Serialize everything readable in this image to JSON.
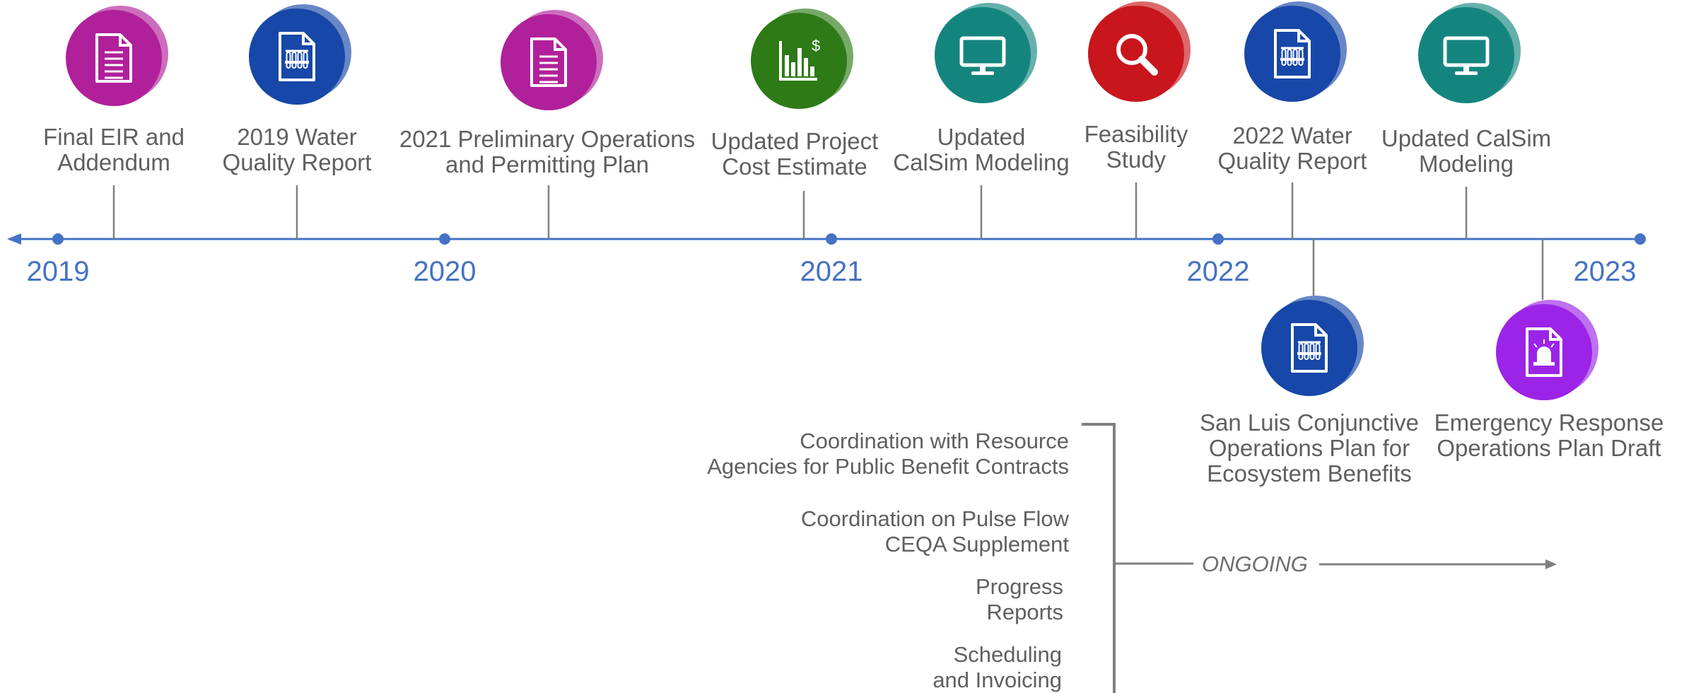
{
  "colors": {
    "axis": "#4472c4",
    "connector": "#7f7f7f",
    "bracket": "#7f7f7f",
    "label_text": "#5f5f5f",
    "magenta": "#b0209a",
    "royal_blue": "#1747a8",
    "green": "#2d7a16",
    "teal": "#14857e",
    "red": "#c8161c",
    "violet": "#9b24e6"
  },
  "years": [
    "2019",
    "2020",
    "2021",
    "2022",
    "2023"
  ],
  "milestones_above": [
    {
      "line1": "Final EIR and",
      "line2": "Addendum",
      "icon": "document-icon",
      "color": "magenta"
    },
    {
      "line1": "2019 Water",
      "line2": "Quality Report",
      "icon": "test-tubes-report-icon",
      "color": "royal_blue"
    },
    {
      "line1": "2021 Preliminary Operations",
      "line2": "and Permitting Plan",
      "icon": "document-icon",
      "color": "magenta"
    },
    {
      "line1": "Updated Project",
      "line2": "Cost Estimate",
      "icon": "bar-chart-dollar-icon",
      "color": "green"
    },
    {
      "line1": "Updated",
      "line2": "CalSim Modeling",
      "icon": "computer-monitor-icon",
      "color": "teal"
    },
    {
      "line1": "Feasibility",
      "line2": "Study",
      "icon": "magnifier-icon",
      "color": "red"
    },
    {
      "line1": "2022 Water",
      "line2": "Quality Report",
      "icon": "test-tubes-report-icon",
      "color": "royal_blue"
    },
    {
      "line1": "Updated CalSim",
      "line2": "Modeling",
      "icon": "computer-monitor-icon",
      "color": "teal"
    }
  ],
  "milestones_below": [
    {
      "line1": "San Luis Conjunctive",
      "line2": "Operations Plan for",
      "line3": "Ecosystem Benefits",
      "icon": "test-tubes-report-icon",
      "color": "royal_blue"
    },
    {
      "line1": "Emergency Response",
      "line2": "Operations Plan Draft",
      "icon": "siren-document-icon",
      "color": "violet"
    }
  ],
  "ongoing_tasks": [
    {
      "line1": "Coordination with Resource",
      "line2": "Agencies for Public Benefit Contracts"
    },
    {
      "line1": "Coordination on Pulse Flow",
      "line2": "CEQA Supplement"
    },
    {
      "line1": "Progress",
      "line2": "Reports"
    },
    {
      "line1": "Scheduling",
      "line2": "and Invoicing"
    }
  ],
  "ongoing_label": "ONGOING"
}
